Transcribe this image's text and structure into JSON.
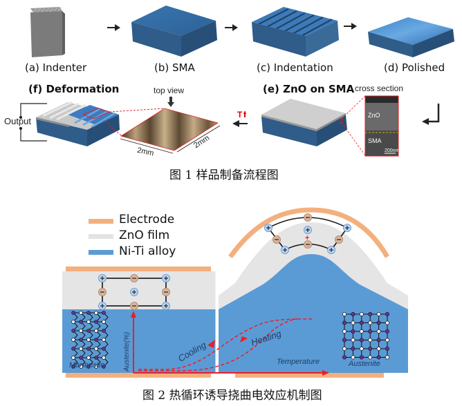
{
  "figure1": {
    "panels": {
      "a": "(a) Indenter",
      "b": "(b) SMA",
      "c": "(c) Indentation",
      "d": "(d) Polished",
      "e": "(e) ZnO on SMA",
      "f": "(f) Deformation"
    },
    "top_view": "top view",
    "cross_section": "cross section",
    "output": "Output",
    "dim_x": "2mm",
    "dim_y": "2mm",
    "temp_label": "T",
    "sem": {
      "zno": "ZnO",
      "sma": "SMA",
      "scale": "200nm"
    },
    "caption": "图 1  样品制备流程图"
  },
  "figure2": {
    "legend": [
      {
        "label": "Electrode",
        "color": "#f3b07e"
      },
      {
        "label": "ZnO film",
        "color": "#e3e3e3"
      },
      {
        "label": "Ni-Ti alloy",
        "color": "#5b9bd5"
      }
    ],
    "martensite": "Martensite",
    "austenite": "Austenite",
    "y_axis": "Austenite(%)",
    "x_axis": "Temperature",
    "cooling": "Cooling",
    "heating": "Heating",
    "caption": "图 2 热循环诱导挠曲电效应机制图"
  },
  "colors": {
    "electrode": "#f3b07e",
    "zno": "#e6e5e6",
    "niti": "#5b9bd5",
    "sma_blue": "#2f5f8f",
    "curve_red": "#ee1c25",
    "anion": "#d9b49c",
    "cation": "#bcd6f0",
    "lattice_purple": "#7030a0"
  }
}
